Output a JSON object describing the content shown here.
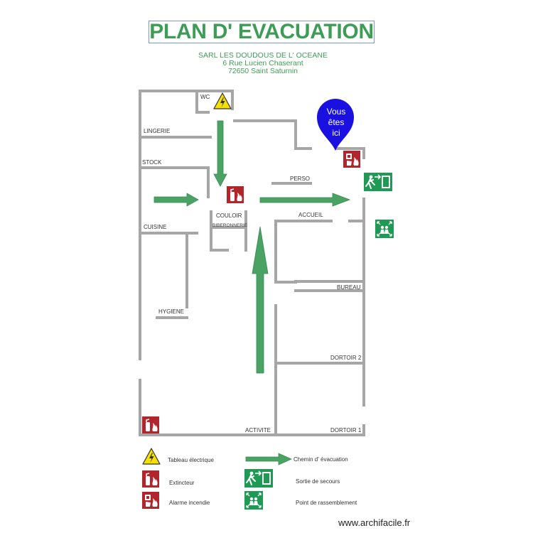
{
  "title": "PLAN D' EVACUATION",
  "company": {
    "name": "SARL LES DOUDOUS DE L' OCEANE",
    "address": "6 Rue Lucien Chaserant",
    "city": "72650 Saint Saturnin"
  },
  "rooms": {
    "wc": "WC",
    "lingerie": "LINGERIE",
    "stock": "STOCK",
    "perso": "PERSO",
    "couloir": "COULOIR",
    "biberonnerie": "BIBERONNERIE",
    "accueil": "ACCUEIL",
    "cuisine": "CUISINE",
    "hygiene": "HYGIENE",
    "bureau": "BUREAU",
    "dortoir2": "DORTOIR 2",
    "activite": "ACTIVITE",
    "dortoir1": "DORTOIR 1"
  },
  "marker": {
    "line1": "Vous",
    "line2": "êtes",
    "line3": "ici"
  },
  "legend": {
    "electrical_panel": "Tableau électrique",
    "evacuation_path": "Chemin d' évacuation",
    "extinguisher": "Extincteur",
    "emergency_exit": "Sortie de secours",
    "fire_alarm": "Alarme incendie",
    "assembly_point": "Point de rassemblement"
  },
  "watermark": "www.archifacile.fr",
  "colors": {
    "title_green": "#3f9c57",
    "wall_gray": "#a6a6a6",
    "arrow_green": "#4aa364",
    "fire_red": "#b3252d",
    "exit_green": "#1f9a55",
    "marker_blue": "#1a10e0",
    "hazard_yellow": "#f5e000"
  }
}
